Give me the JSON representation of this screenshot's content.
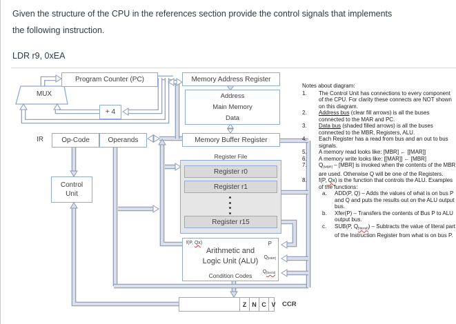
{
  "question": {
    "line1": "Given the structure of the CPU in the references section provide the control signals that implements",
    "line2": "the following instruction.",
    "instruction": "LDR r9, 0xEA"
  },
  "diagram": {
    "pc_label": "Program Counter (PC)",
    "mux_label": "MUX",
    "plus4_label": "+ 4",
    "mar_label": "Memory Address Register",
    "memory": {
      "line1": "Address",
      "line2": "Main Memory",
      "line3": "Data"
    },
    "mbr_label": "Memory Buffer Register",
    "ir": {
      "label": "IR",
      "opcode": "Op-Code",
      "operands": "Operands"
    },
    "register_file": {
      "title": "Register File",
      "rows": [
        "Register r0",
        "Register r1",
        "Register r15"
      ]
    },
    "control_unit": {
      "line1": "Control",
      "line2": "Unit"
    },
    "alu": {
      "func": [
        {
          "t": "f(P, "
        },
        {
          "t": "Qx",
          "red": 1
        },
        {
          "t": ")"
        }
      ],
      "p_label": "P",
      "q_mbr": [
        {
          "t": "Q"
        },
        {
          "t": "[MBR]",
          "sub": 1
        }
      ],
      "q_literal": [
        {
          "t": "Q"
        },
        {
          "t": "[literal]",
          "sub": 1,
          "red": 1
        }
      ],
      "name_line1": "Arithmetic and",
      "name_line2": "Logic Unit (ALU)",
      "condition_codes": "Condition Codes"
    },
    "ccr": {
      "flags": [
        "Z",
        "N",
        "C",
        "V"
      ],
      "label": "CCR"
    },
    "colors": {
      "box_border": "#8EAADB",
      "bus_fill": "#DCDFE8",
      "bus_stroke": "#8A9AB5",
      "register_fill": "#D9D9D9"
    }
  },
  "notes": {
    "title": "Notes about diagram:",
    "items": [
      {
        "num": "1.",
        "parts": [
          {
            "t": "The Control Unit has connections to every component of the CPU. For clarity these connects are NOT shown on this diagram."
          }
        ]
      },
      {
        "num": "2.",
        "parts": [
          {
            "t": "Address bus",
            "u": 1
          },
          {
            "t": " (clear fill arrows) is all the buses connected to the MAR and PC."
          }
        ]
      },
      {
        "num": "3.",
        "parts": [
          {
            "t": "Data bus",
            "u": 1
          },
          {
            "t": " (shaded filled arrows) is all the buses connected to the MBR, Registers, ALU."
          }
        ]
      },
      {
        "num": "4.",
        "parts": [
          {
            "t": "Each Register has a read from bus and an out to bus signals."
          }
        ]
      },
      {
        "num": "5.",
        "parts": [
          {
            "t": "A memory read looks like: [MBR] ← [[MAR]]"
          }
        ]
      },
      {
        "num": "6.",
        "parts": [
          {
            "t": "A memory write looks like: [[MAR]] ← [MBR]"
          }
        ]
      },
      {
        "num": "7.",
        "parts": [
          {
            "t": "Q"
          },
          {
            "t": "[MBR]",
            "sub": 1
          },
          {
            "t": " – [MBR] is invoked when the contents of the MBR are used. Otherwise Q will be one of the Registers."
          }
        ]
      },
      {
        "num": "8.",
        "parts": [
          {
            "t": "f(P, "
          },
          {
            "t": "Qx",
            "red": 1
          },
          {
            "t": ") is the function that controls the ALU. Examples of the functions:"
          }
        ]
      },
      {
        "num": "a.",
        "indent": 1,
        "parts": [
          {
            "t": "ADD(P, Q) – Adds the values of what is on bus P and Q and puts the results out on the ALU output bus."
          }
        ]
      },
      {
        "num": "b.",
        "indent": 1,
        "parts": [
          {
            "t": "Xfer(P) – Transfers the contents of Bus P to ALU output bus."
          }
        ]
      },
      {
        "num": "c.",
        "indent": 1,
        "parts": [
          {
            "t": "SUB(P, "
          },
          {
            "t": "Q"
          },
          {
            "t": "[literal]",
            "sub": 1,
            "red": 1
          },
          {
            "t": ") – Subtracts the value of literal part of the Instruction Register from what is on bus P."
          }
        ]
      }
    ]
  }
}
